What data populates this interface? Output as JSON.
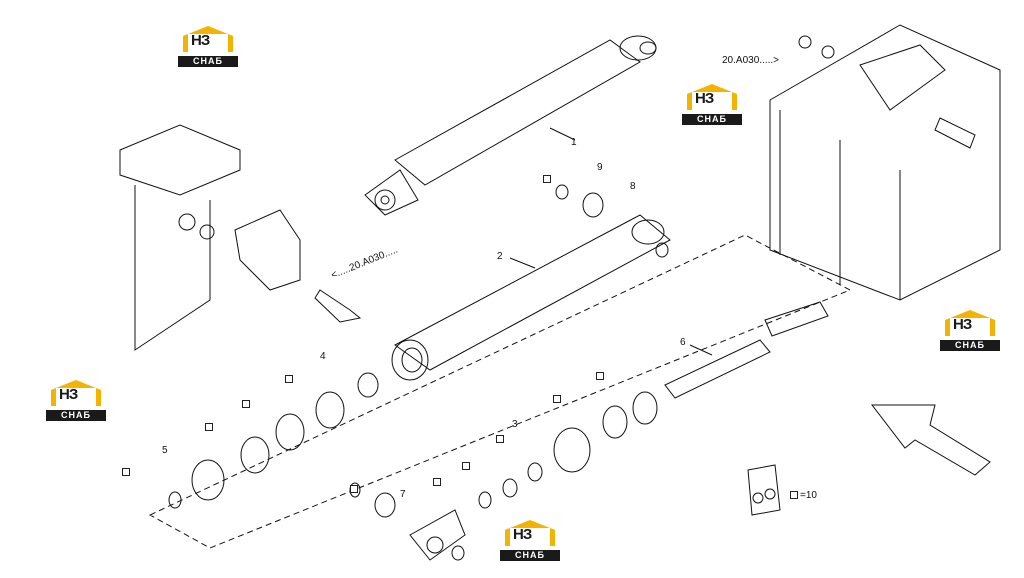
{
  "brand": {
    "mark": "НЗ",
    "name": "СНАБ",
    "accent_color": "#f2b400",
    "dark_color": "#1a1a1a"
  },
  "callouts": [
    "1",
    "2",
    "3",
    "4",
    "5",
    "6",
    "7",
    "8",
    "9"
  ],
  "references": {
    "right": "20.A030.....>",
    "left": "<.....20.A030....."
  },
  "legend": {
    "marker": "square-marker",
    "text": "=10"
  }
}
